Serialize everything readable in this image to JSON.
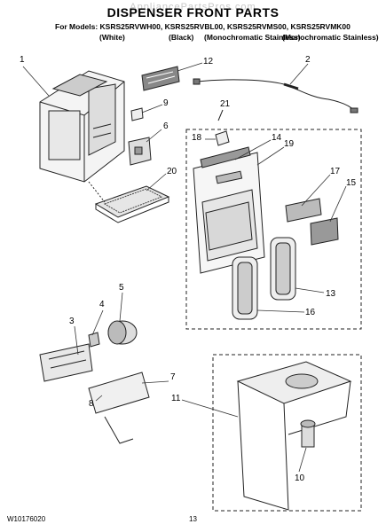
{
  "header": {
    "watermark": "AppliancePartsPros.com",
    "title": "DISPENSER FRONT PARTS",
    "models_line": "For Models: KSRS25RVWH00, KSRS25RVBL00, KSRS25RVMS00, KSRS25RVMK00",
    "colors": [
      "(White)",
      "(Black)",
      "(Monochromatic Stainless)",
      "(Monochromatic Stainless)"
    ]
  },
  "callouts": [
    "1",
    "2",
    "3",
    "4",
    "5",
    "6",
    "7",
    "8",
    "9",
    "10",
    "11",
    "12",
    "13",
    "14",
    "15",
    "16",
    "17",
    "18",
    "19",
    "20",
    "21"
  ],
  "footer": {
    "doc_number": "W10176020",
    "page_number": "13"
  }
}
